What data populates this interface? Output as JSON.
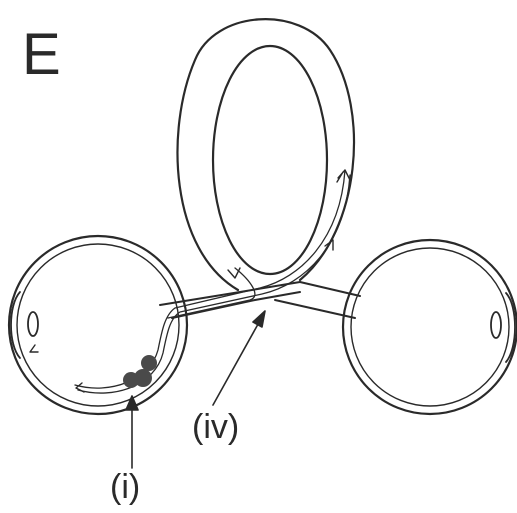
{
  "figure": {
    "panel_letter": "E",
    "labels": {
      "iv": "(iv)",
      "i": "(i)"
    }
  },
  "colors": {
    "ink": "#2a2a2a",
    "cell_fill": "#4a4a4a",
    "background": "#ffffff"
  }
}
